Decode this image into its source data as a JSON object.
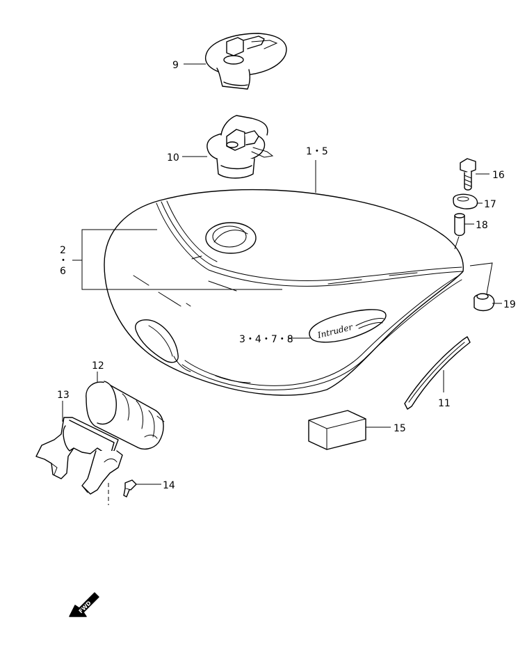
{
  "labels": {
    "l9": "9",
    "l10": "10",
    "l1_5": "1・5",
    "l16": "16",
    "l17": "17",
    "l18": "18",
    "l2": "2",
    "ldot": "・",
    "l6": "6",
    "l19": "19",
    "l3478": "3・4・7・8",
    "l12": "12",
    "l13": "13",
    "l11": "11",
    "l15": "15",
    "l14": "14"
  },
  "logo_text": "Intruder",
  "fwd_text": "FWD",
  "icons": [
    "fuel-cap-icon",
    "locking-fuel-cap-icon",
    "fuel-tank-icon",
    "bolt-icon",
    "washer-icon",
    "spacer-icon",
    "rubber-cushion-icon",
    "emblem-icon",
    "seal-strip-icon",
    "cushion-block-icon",
    "rear-cushion-icon",
    "bracket-icon",
    "screw-icon",
    "fwd-arrow-icon"
  ]
}
